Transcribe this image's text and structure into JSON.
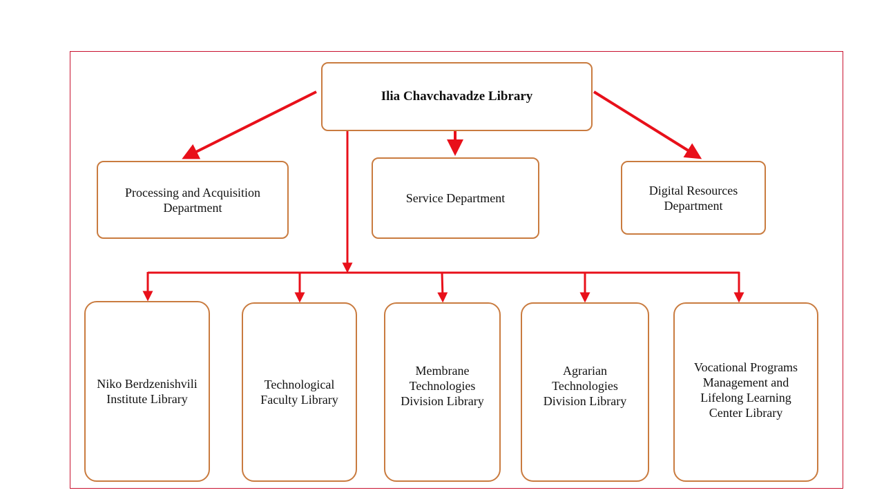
{
  "diagram": {
    "root": {
      "label": "Ilia Chavchavadze Library"
    },
    "departments": [
      {
        "label": "Processing and Acquisition Department"
      },
      {
        "label": "Service Department"
      },
      {
        "label": "Digital Resources Department"
      }
    ],
    "libraries": [
      {
        "label": "Niko Berdzenishvili Institute Library"
      },
      {
        "label": "Technological Faculty Library"
      },
      {
        "label": "Membrane Technologies Division Library"
      },
      {
        "label": "Agrarian Technologies Division Library"
      },
      {
        "label": "Vocational Programs Management and Lifelong Learning Center Library"
      }
    ],
    "colors": {
      "node_border": "#c97b3f",
      "arrow": "#e8101a",
      "frame": "#c8102e"
    }
  }
}
